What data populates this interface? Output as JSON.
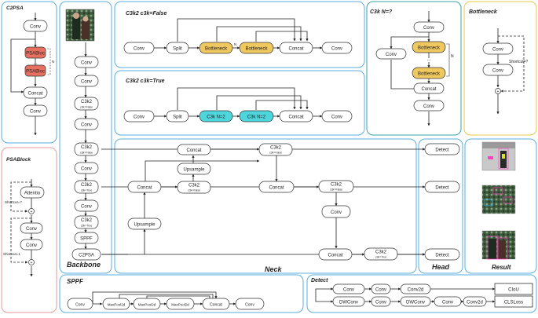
{
  "panels": {
    "c2psa": "C2PSA",
    "psablock": "PSABlock",
    "backbone": "Backbone",
    "c3k2_false": "C3k2 c3k=False",
    "c3k2_true": "C3k2 c3k=True",
    "c3k": "C3k N=?",
    "bottleneck": "Bottleneck",
    "neck": "Neck",
    "head": "Head",
    "result": "Result",
    "sppf": "SPPF",
    "detect": "Detect"
  },
  "labels": {
    "conv": "Conv",
    "psabloc": "PSABloc",
    "ellipsis": "...",
    "concat": "Concat",
    "attention": "Attentio",
    "shortcut_q": "Shortcut=?",
    "shortcut_1": "Shortcut=1",
    "n": "N",
    "c3k2": "C3k2",
    "c3k_false": "c3k=False",
    "c3k_true": "c3k=True",
    "sppf": "SPPF",
    "c2psa": "C2PSA",
    "split": "Split",
    "bottleneck": "Bottleneck",
    "c3k_n2": "C3k N=2",
    "upsample": "Upsample",
    "detect": "Detect",
    "maxpool": "MaxPool2d",
    "conv2d": "Conv2d",
    "dwconv": "DWConv",
    "ciou": "CIoU",
    "clsloss": "CLSLoss",
    "plus": "+"
  },
  "colors": {
    "panel_blue": "#5aaee0",
    "panel_red": "#e59a9a",
    "panel_yellow": "#e8c84a",
    "panel_teal": "#3aa3a8",
    "psa_red": "#e87060",
    "bottleneck_orange": "#f0c860",
    "c3k_cyan": "#4fd6dc"
  }
}
